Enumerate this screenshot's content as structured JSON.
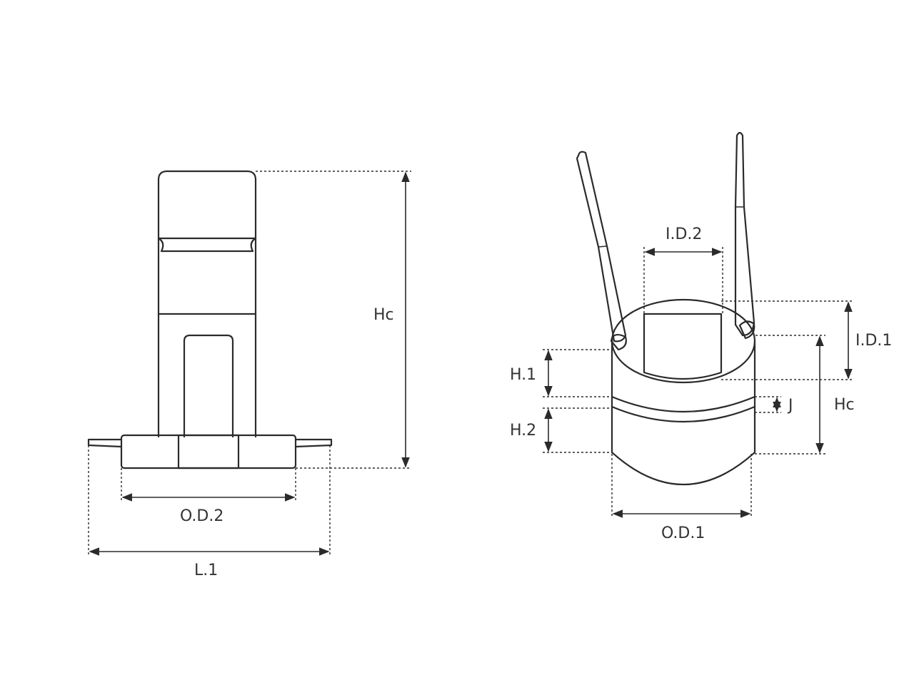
{
  "left_view": {
    "label_hc": "Hc",
    "label_od2": "O.D.2",
    "label_l1": "L.1"
  },
  "right_view": {
    "label_id2": "I.D.2",
    "label_id1": "I.D.1",
    "label_h1": "H.1",
    "label_h2": "H.2",
    "label_j": "J",
    "label_hc": "Hc",
    "label_od1": "O.D.1"
  },
  "colors": {
    "line": "#2b2b2b",
    "text": "#333333",
    "background": "#ffffff"
  }
}
